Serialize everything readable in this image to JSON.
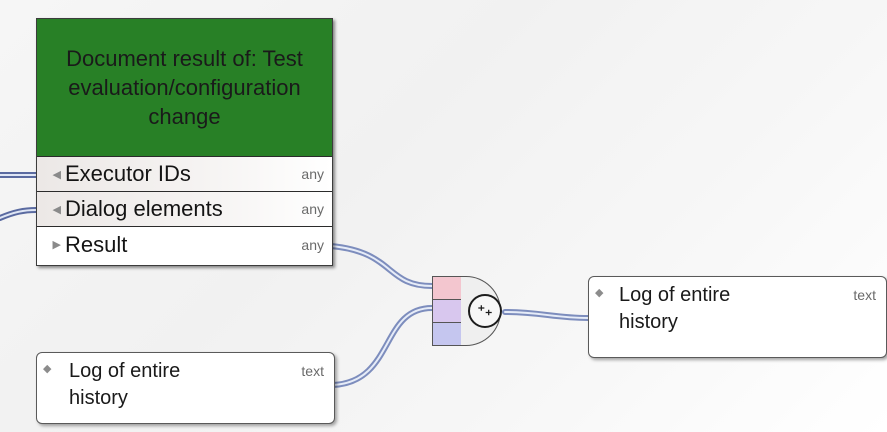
{
  "process": {
    "title": "Document result of: Test evaluation/configuration change",
    "inputs": [
      {
        "label": "Executor IDs",
        "type": "any"
      },
      {
        "label": "Dialog elements",
        "type": "any"
      }
    ],
    "output": {
      "label": "Result",
      "type": "any"
    }
  },
  "data_nodes": {
    "right": {
      "label": "Log of entire history",
      "type": "text"
    },
    "left": {
      "label": "Log of entire history",
      "type": "text"
    }
  },
  "operator": {
    "symbol": "⁺₊",
    "icon": "merge-operator-icon"
  },
  "colors": {
    "process_title_bg": "#288026",
    "edge": "#a9b7dc",
    "op_port_1": "#f3c6cf",
    "op_port_2": "#d8c7ee",
    "op_port_3": "#c5c6ef"
  }
}
